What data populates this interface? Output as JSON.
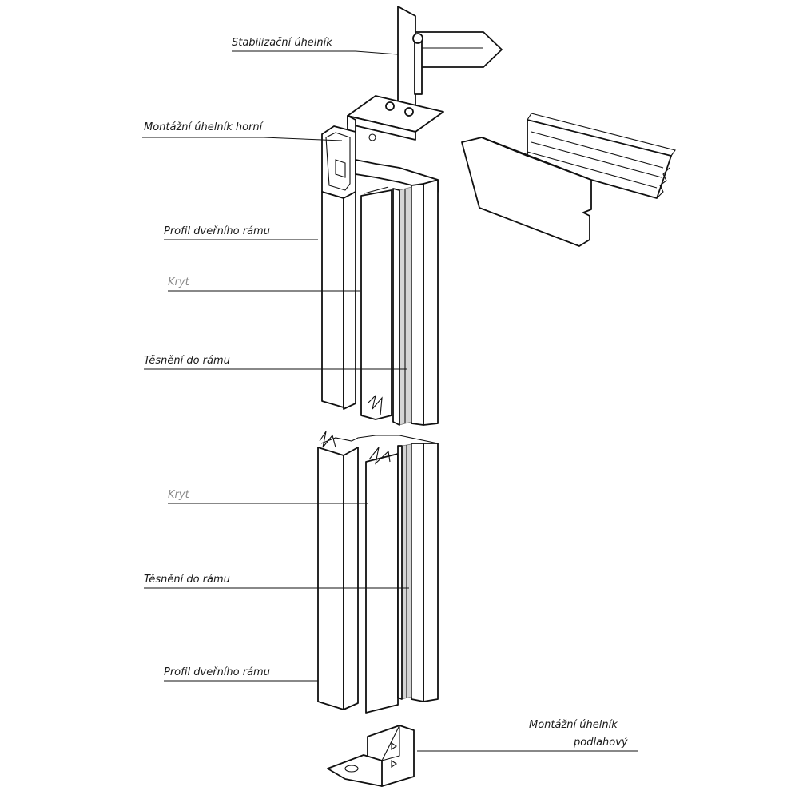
{
  "labels": {
    "stabilizacni": "Stabilizační úhelník",
    "montazni_horni": "Montážní úhelník horní",
    "profil_top": "Profil dveřního rámu",
    "kryt_top": "Kryt",
    "tesneni_top": "Těsnění do rámu",
    "kryt_bottom": "Kryt",
    "tesneni_bottom": "Těsnění do rámu",
    "profil_bottom": "Profil dveřního rámu",
    "podlahovy_line1": "Montážní úhelník",
    "podlahovy_line2": "podlahový"
  },
  "colors": {
    "line": "#111111",
    "seal": "#d4d4d4",
    "grey_label": "#8a8a8a"
  }
}
